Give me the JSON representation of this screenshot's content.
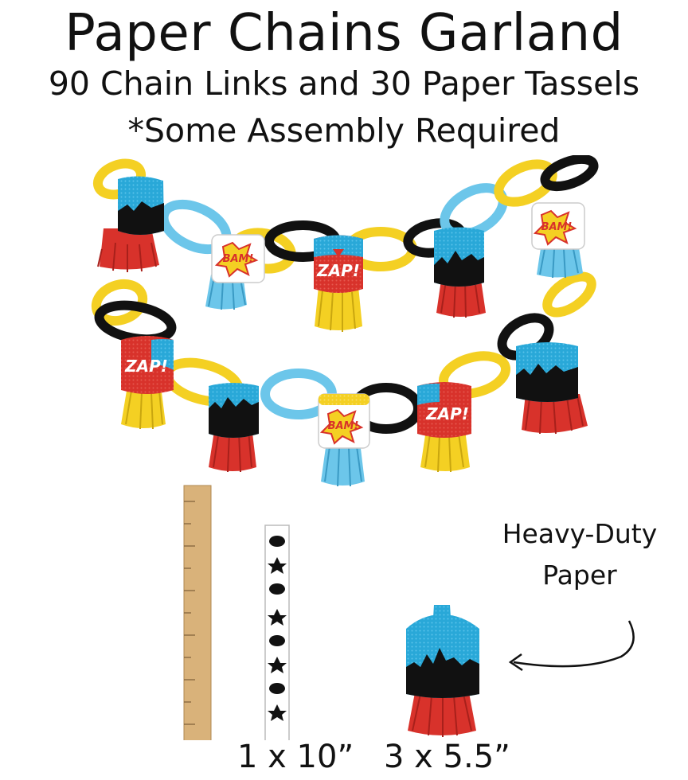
{
  "heading": {
    "title": "Paper Chains Garland",
    "subtitle": "90 Chain Links and 30 Paper Tassels",
    "note": "*Some Assembly Required"
  },
  "callout": {
    "line1": "Heavy-Duty",
    "line2": "Paper"
  },
  "dimensions": {
    "link": "1 x 10”",
    "tassel": "3 x 5.5”"
  },
  "tassel_texts": {
    "zap": "ZAP!",
    "bam": "BAM!"
  },
  "colors": {
    "blue": "#29a8d8",
    "light_blue": "#6cc6ea",
    "red": "#d8322b",
    "yellow": "#f4d023",
    "black": "#111111",
    "white": "#ffffff",
    "ruler": "#d9b27a"
  }
}
